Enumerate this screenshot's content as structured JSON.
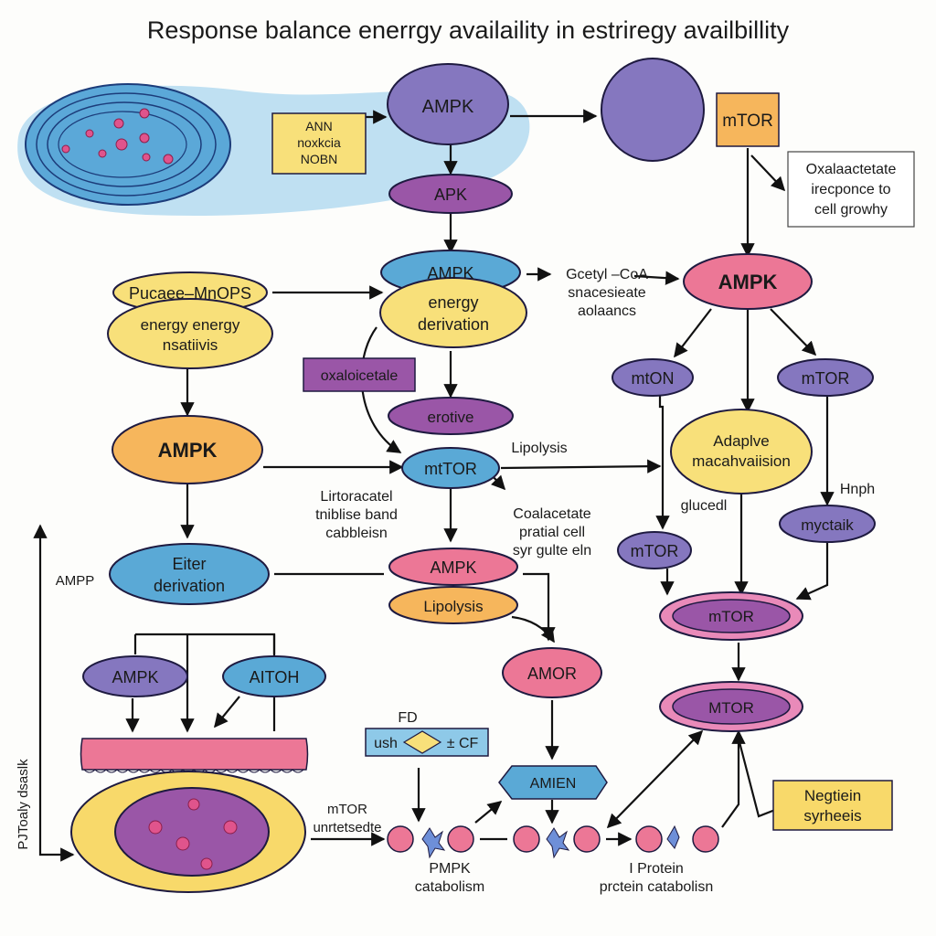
{
  "title": "Response balance enerrgy availaility in estriregy availbillity",
  "colors": {
    "purple": "#8577bf",
    "violet": "#9a56a7",
    "blue": "#5aa9d6",
    "yellow": "#f8e07a",
    "orange": "#f6b65c",
    "pink": "#ec7796",
    "magenta": "#e98ab9",
    "gold_box": "#f8d96a"
  },
  "nodes": {
    "ampk_top": "AMPK",
    "ann_box": "ANN\nnoxkcia\nNOBN",
    "apk": "APK",
    "mtor_square": "mTOR",
    "oxaloacetate_note": "Oxalaactetate\nirecponce to\ncell growhy",
    "ampk_blue_mid": "AMPK",
    "energy_derivation": "energy\nderivation",
    "gcetyl_text": "Gcetyl –CoA\nsnacesieate\naolaancs",
    "ampk_pink_right": "AMPK",
    "pucaee": "Pucaee–MnOPS",
    "energy_energy": "energy energy\nnsatiivis",
    "oxalocetale": "oxaloicetale",
    "erotive": "erotive",
    "mtor_r1": "mtON",
    "mtor_r2": "mTOR",
    "ampk_orange": "AMPK",
    "mtor_center": "mtTOR",
    "lipolysis_text": "Lipolysis",
    "adaptive": "Adaplve\nmacahvaiision",
    "hnph": "Hnph",
    "litr_text": "Lirtoracatel\ntniblise band\ncabbleisn",
    "coalac_text": "Coalacetate\npratial cell\nsyr gulte eln",
    "glucel": "glucedl",
    "myctaik": "myctaik",
    "mtor_r3": "mTOR",
    "eiter": "Eiter\nderivation",
    "ampp": "AMPP",
    "ampk_pink_center": "AMPK",
    "lipolysis_pill": "Lipolysis",
    "mtor_ring1": "mTOR",
    "ampk_left": "AMPK",
    "aitoh": "AITOH",
    "amor": "AMOR",
    "mtor_ring2": "MTOR",
    "fd_label": "FD",
    "ush_box": "ush",
    "cf_box": "± CF",
    "amien": "AMIEN",
    "negtiein": "Negtiein\nsyrheeis",
    "ptoaly": "PJToaly dsaslk",
    "mtor_bottom": "mTOR\nunrtetsedte",
    "pmpk": "PMPK\ncatabolism",
    "protein": "I Protein\nprctein catabolisn"
  }
}
